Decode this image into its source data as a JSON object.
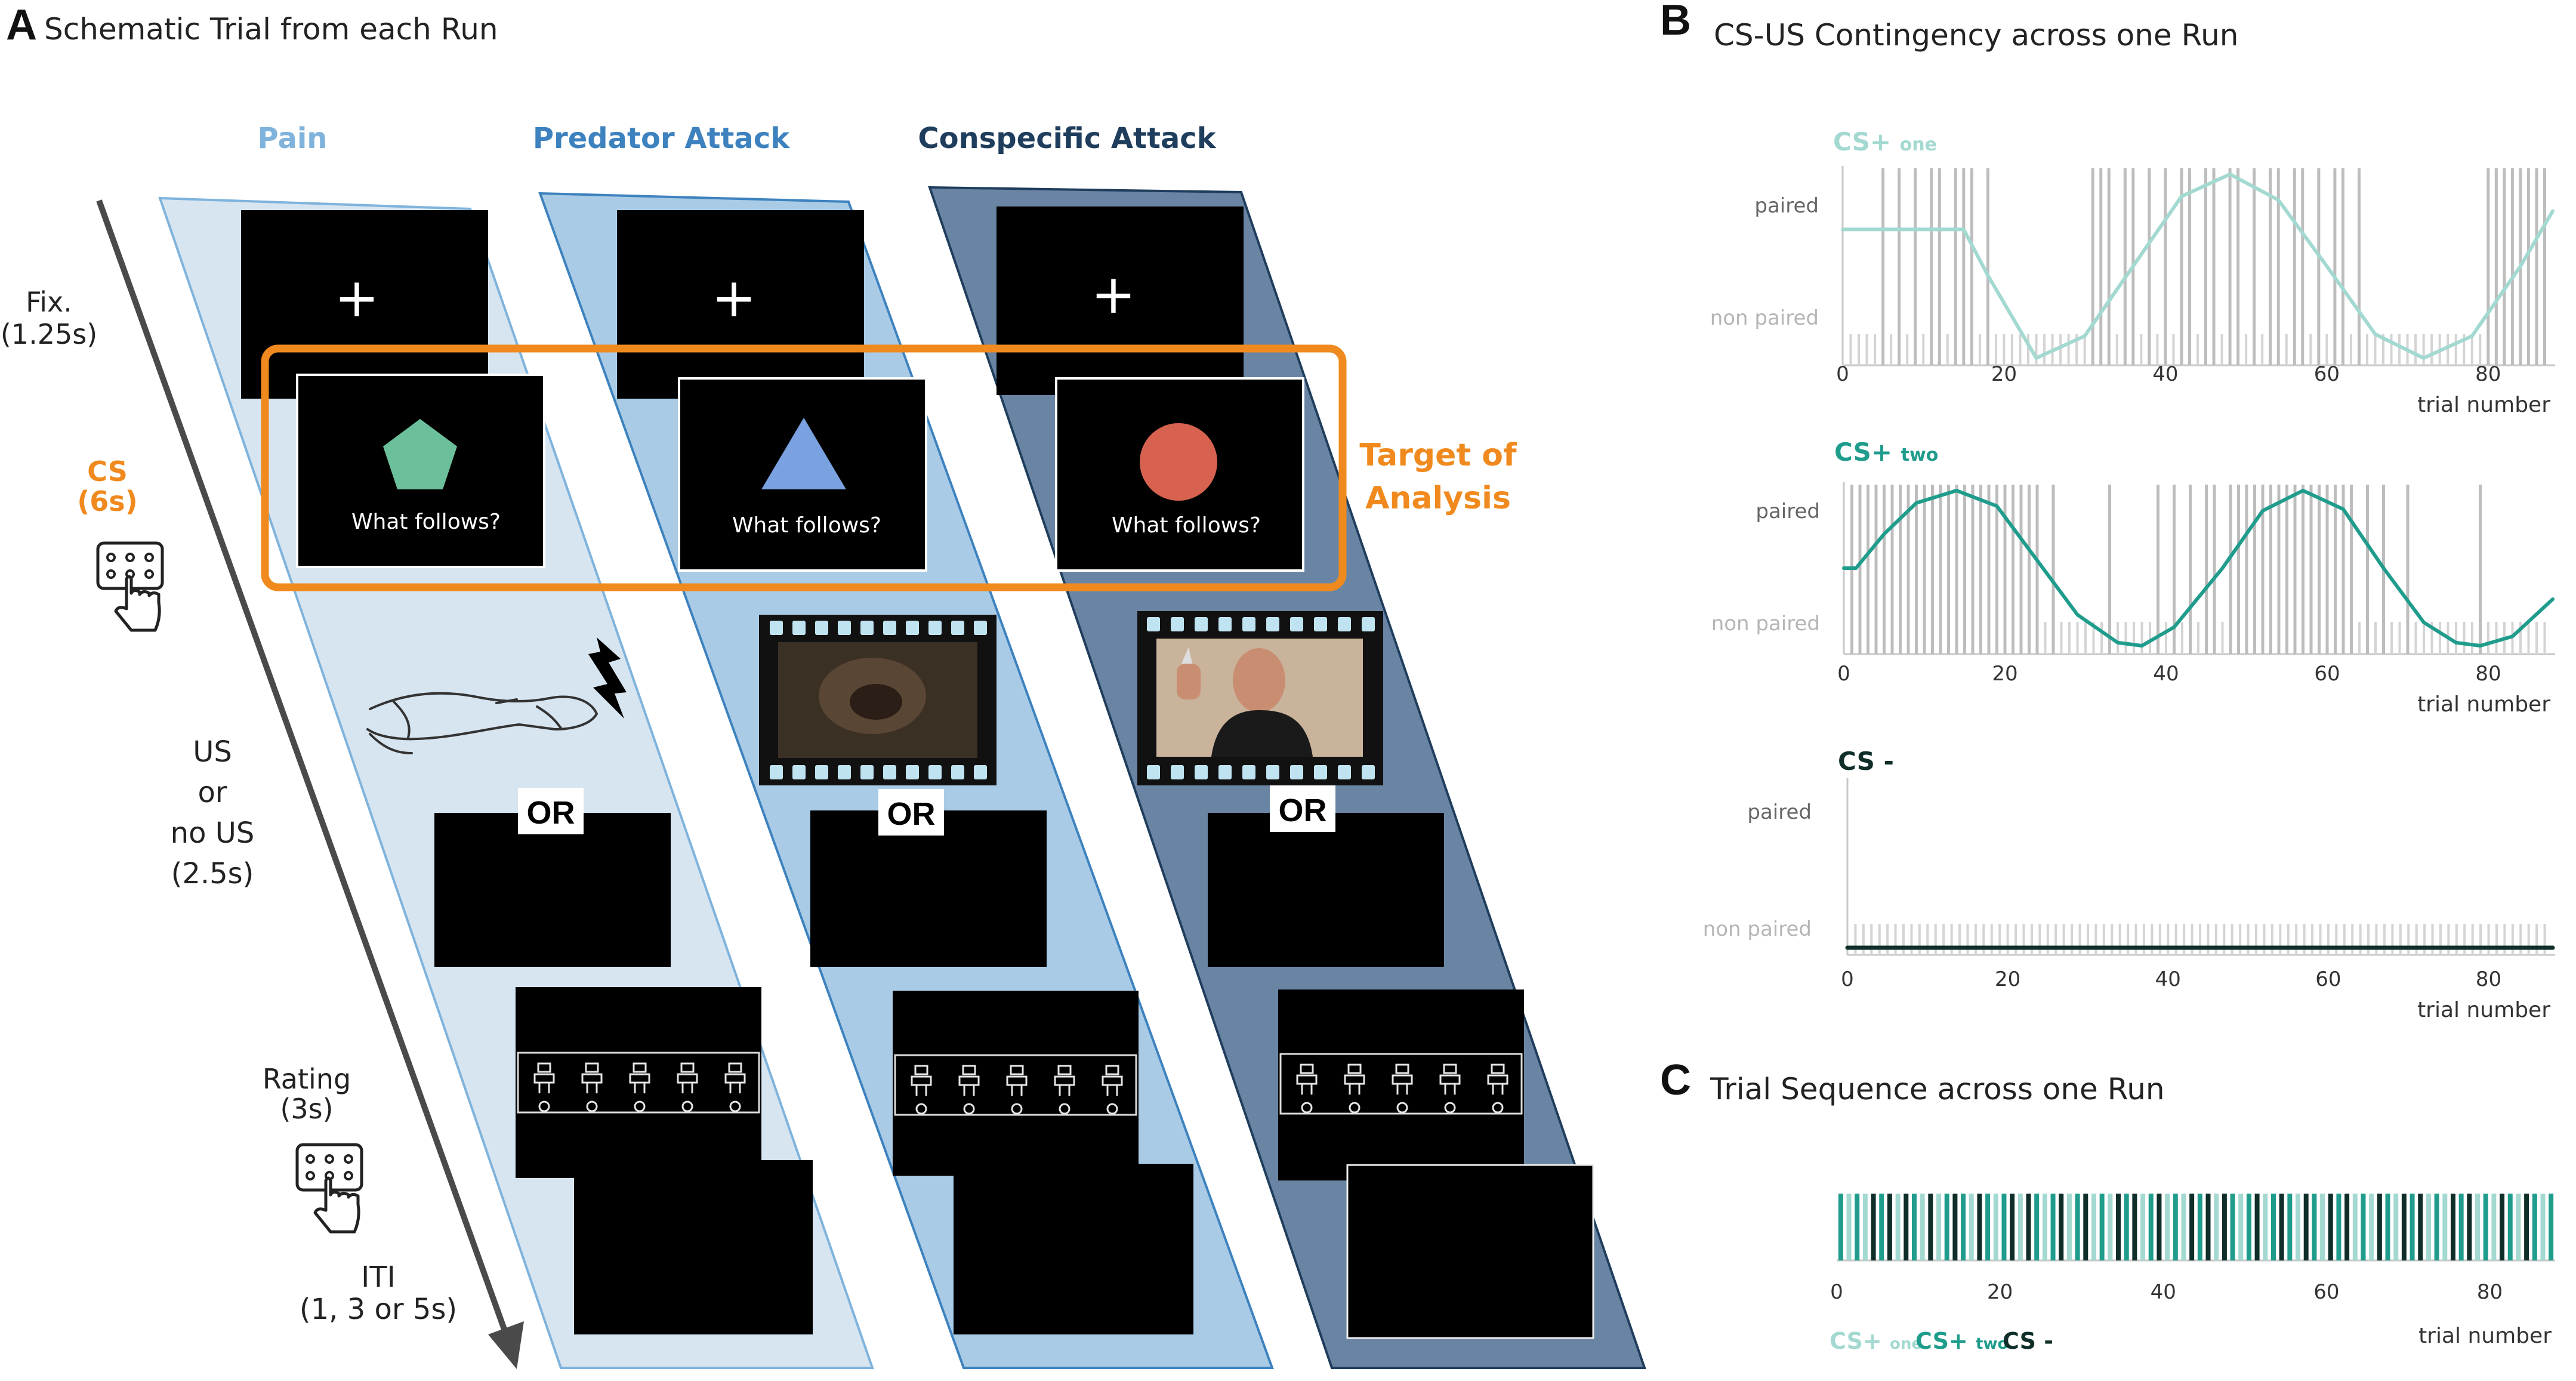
{
  "panel_a": {
    "letter": "A",
    "title": "Schematic Trial from each Run",
    "conditions": [
      {
        "label": "Pain",
        "color": "#7fb3dc"
      },
      {
        "label": "Predator Attack",
        "color": "#3d82be"
      },
      {
        "label": "Conspecific Attack",
        "color": "#1f3d5c"
      }
    ],
    "timeline": {
      "fix_label": "Fix.",
      "fix_duration": "(1.25s)",
      "cs_label": "CS",
      "cs_duration": "(6s)",
      "us_line1": "US",
      "us_line2": "or",
      "us_line3": "no US",
      "us_duration": "(2.5s)",
      "rating_label": "Rating",
      "rating_duration": "(3s)",
      "iti_label": "ITI",
      "iti_duration": "(1, 3 or 5s)"
    },
    "fixation_symbol": "+",
    "cs_prompt": "What follows?",
    "or_label": "OR",
    "target_line1": "Target of",
    "target_line2": "Analysis",
    "colors": {
      "orange": "#f08a1e",
      "pain_band": "#d7e5f1",
      "predator_band": "#a9cbe6",
      "conspecific_band": "#6a85a3",
      "pentagon": "#6cbf9b",
      "triangle": "#7aa1e0",
      "circle": "#d6624f"
    }
  },
  "panel_b": {
    "letter": "B",
    "title": "CS-US Contingency across one Run"
  },
  "panel_c": {
    "letter": "C",
    "title": "Trial Sequence across one Run",
    "legend": [
      {
        "main": "CS+",
        "sub": "one",
        "color": "#a3d9d0"
      },
      {
        "main": "CS+",
        "sub": "two",
        "color": "#1f9c8c"
      },
      {
        "main": "CS -",
        "sub": "",
        "color": "#0f2e2a"
      }
    ]
  },
  "chart_data": [
    {
      "type": "line",
      "name": "CS+ one",
      "title_main": "CS+",
      "title_sub": "one",
      "color": "#a3d9d0",
      "ytick_top": "paired",
      "ytick_bottom": "non paired",
      "xlabel": "trial number",
      "xticks": [
        0,
        20,
        40,
        60,
        80
      ],
      "xlim": [
        0,
        88
      ],
      "ylim": [
        0,
        1
      ],
      "curve": [
        {
          "x": 0,
          "y": 0.7
        },
        {
          "x": 15,
          "y": 0.7
        },
        {
          "x": 18,
          "y": 0.45
        },
        {
          "x": 24,
          "y": 0.0
        },
        {
          "x": 30,
          "y": 0.12
        },
        {
          "x": 36,
          "y": 0.5
        },
        {
          "x": 42,
          "y": 0.88
        },
        {
          "x": 48,
          "y": 1.0
        },
        {
          "x": 54,
          "y": 0.86
        },
        {
          "x": 60,
          "y": 0.5
        },
        {
          "x": 66,
          "y": 0.13
        },
        {
          "x": 72,
          "y": 0.0
        },
        {
          "x": 78,
          "y": 0.12
        },
        {
          "x": 84,
          "y": 0.5
        },
        {
          "x": 88,
          "y": 0.8
        }
      ],
      "paired_trials": [
        5,
        7,
        9,
        11,
        12,
        14,
        15,
        16,
        18,
        31,
        32,
        33,
        35,
        36,
        38,
        40,
        42,
        43,
        45,
        46,
        48,
        49,
        51,
        53,
        54,
        56,
        57,
        59,
        61,
        62,
        64,
        80,
        81,
        82,
        83,
        84,
        85,
        86,
        87
      ],
      "nonpaired_trials": [
        1,
        2,
        3,
        4,
        6,
        8,
        10,
        13,
        17,
        19,
        20,
        21,
        22,
        23,
        24,
        25,
        26,
        27,
        28,
        29,
        30,
        34,
        37,
        39,
        41,
        44,
        47,
        50,
        52,
        55,
        58,
        60,
        63,
        65,
        66,
        67,
        68,
        69,
        70,
        71,
        72,
        73,
        74,
        75,
        76,
        77,
        78,
        79
      ]
    },
    {
      "type": "line",
      "name": "CS+ two",
      "title_main": "CS+",
      "title_sub": "two",
      "color": "#1f9c8c",
      "ytick_top": "paired",
      "ytick_bottom": "non paired",
      "xlabel": "trial number",
      "xticks": [
        0,
        20,
        40,
        60,
        80
      ],
      "xlim": [
        0,
        88
      ],
      "ylim": [
        0,
        1
      ],
      "curve": [
        {
          "x": 0,
          "y": 0.5
        },
        {
          "x": 1.5,
          "y": 0.5
        },
        {
          "x": 5,
          "y": 0.72
        },
        {
          "x": 9,
          "y": 0.92
        },
        {
          "x": 14,
          "y": 1.0
        },
        {
          "x": 19,
          "y": 0.9
        },
        {
          "x": 24,
          "y": 0.55
        },
        {
          "x": 29,
          "y": 0.2
        },
        {
          "x": 34,
          "y": 0.02
        },
        {
          "x": 37,
          "y": 0.0
        },
        {
          "x": 41,
          "y": 0.12
        },
        {
          "x": 47,
          "y": 0.5
        },
        {
          "x": 52,
          "y": 0.87
        },
        {
          "x": 57,
          "y": 1.0
        },
        {
          "x": 62,
          "y": 0.88
        },
        {
          "x": 67,
          "y": 0.5
        },
        {
          "x": 72,
          "y": 0.15
        },
        {
          "x": 76,
          "y": 0.02
        },
        {
          "x": 79,
          "y": 0.0
        },
        {
          "x": 83,
          "y": 0.06
        },
        {
          "x": 88,
          "y": 0.3
        }
      ],
      "paired_trials": [
        1,
        2,
        3,
        4,
        5,
        6,
        7,
        8,
        9,
        10,
        11,
        12,
        13,
        14,
        15,
        16,
        17,
        18,
        19,
        20,
        21,
        22,
        23,
        24,
        26,
        33,
        39,
        41,
        43,
        45,
        46,
        48,
        49,
        50,
        51,
        52,
        53,
        54,
        55,
        56,
        57,
        58,
        59,
        60,
        61,
        62,
        63,
        65,
        67,
        70,
        79
      ],
      "nonpaired_trials": [
        25,
        27,
        28,
        29,
        30,
        31,
        32,
        34,
        35,
        36,
        37,
        38,
        40,
        42,
        44,
        47,
        64,
        66,
        68,
        69,
        71,
        72,
        73,
        74,
        75,
        76,
        77,
        78,
        80,
        81,
        82,
        83,
        84,
        85,
        86,
        87
      ]
    },
    {
      "type": "line",
      "name": "CS -",
      "title_main": "CS -",
      "title_sub": "",
      "color": "#0f2e2a",
      "ytick_top": "paired",
      "ytick_bottom": "non paired",
      "xlabel": "trial number",
      "xticks": [
        0,
        20,
        40,
        60,
        80
      ],
      "xlim": [
        0,
        88
      ],
      "ylim": [
        0,
        1
      ],
      "curve": [
        {
          "x": 0,
          "y": 0.0
        },
        {
          "x": 88,
          "y": 0.0
        }
      ],
      "paired_trials": [],
      "nonpaired_trials": [
        1,
        2,
        3,
        4,
        5,
        6,
        7,
        8,
        9,
        10,
        11,
        12,
        13,
        14,
        15,
        16,
        17,
        18,
        19,
        20,
        21,
        22,
        23,
        24,
        25,
        26,
        27,
        28,
        29,
        30,
        31,
        32,
        33,
        34,
        35,
        36,
        37,
        38,
        39,
        40,
        41,
        42,
        43,
        44,
        45,
        46,
        47,
        48,
        49,
        50,
        51,
        52,
        53,
        54,
        55,
        56,
        57,
        58,
        59,
        60,
        61,
        62,
        63,
        64,
        65,
        66,
        67,
        68,
        69,
        70,
        71,
        72,
        73,
        74,
        75,
        76,
        77,
        78,
        79,
        80,
        81,
        82,
        83,
        84,
        85,
        86,
        87
      ]
    },
    {
      "type": "heatmap",
      "name": "Trial Sequence",
      "xlabel": "trial number",
      "xticks": [
        0,
        20,
        40,
        60,
        80
      ],
      "xlim": [
        0,
        88
      ],
      "sequence": [
        1,
        0,
        1,
        0,
        2,
        1,
        2,
        0,
        2,
        1,
        0,
        2,
        0,
        1,
        2,
        1,
        0,
        2,
        1,
        0,
        1,
        2,
        0,
        2,
        1,
        0,
        1,
        2,
        0,
        1,
        2,
        0,
        1,
        0,
        2,
        1,
        2,
        0,
        1,
        2,
        0,
        1,
        0,
        2,
        1,
        2,
        0,
        2,
        1,
        0,
        1,
        2,
        0,
        1,
        2,
        1,
        0,
        2,
        1,
        0,
        2,
        1,
        2,
        0,
        1,
        0,
        2,
        1,
        0,
        2,
        1,
        2,
        0,
        1,
        0,
        2,
        1,
        2,
        0,
        1,
        0,
        2,
        1,
        0,
        2,
        1,
        0,
        1
      ]
    }
  ]
}
